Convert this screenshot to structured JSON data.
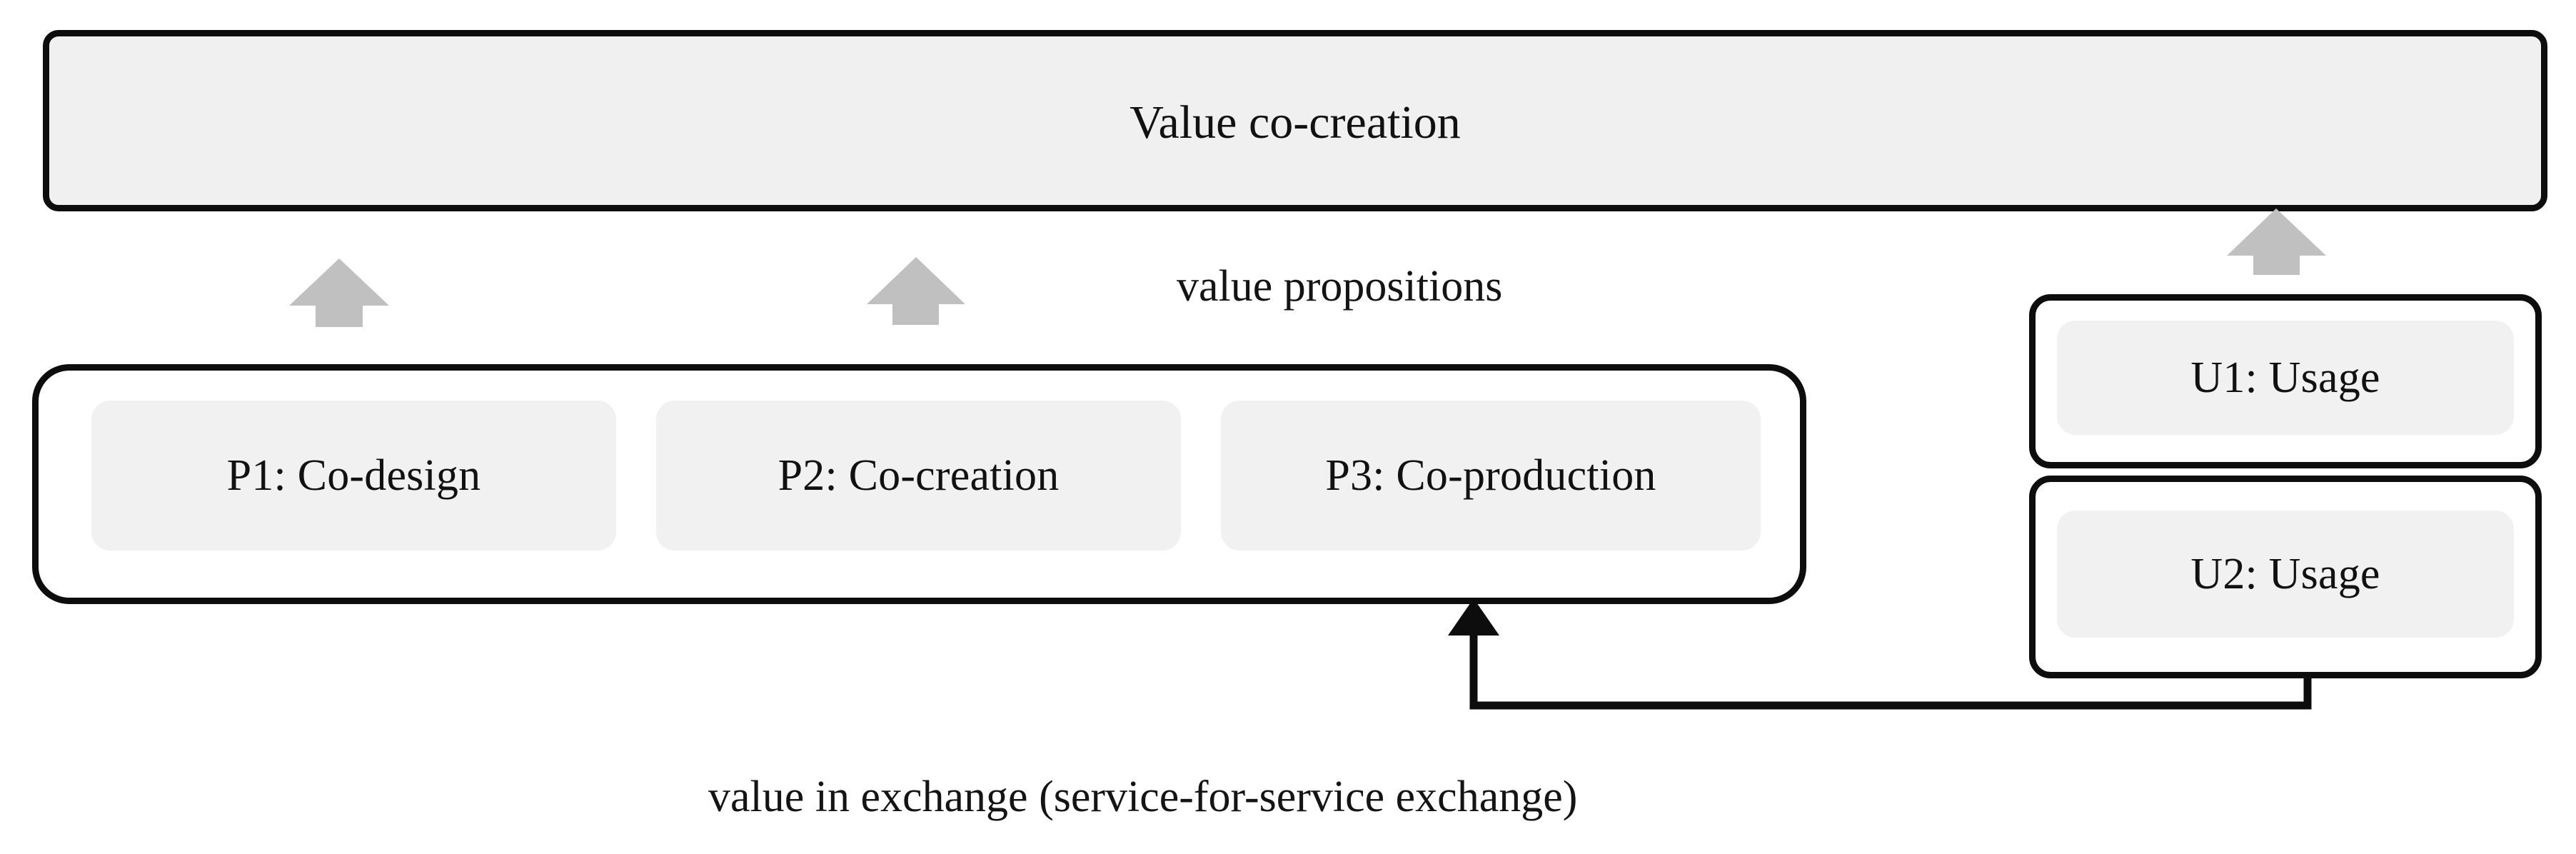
{
  "diagram": {
    "title_band": {
      "label": "Value co-creation"
    },
    "provider_group": {
      "items": [
        {
          "label": "P1: Co-design"
        },
        {
          "label": "P2: Co-creation"
        },
        {
          "label": "P3: Co-production"
        }
      ]
    },
    "user_group": {
      "items": [
        {
          "label": "U1: Usage"
        },
        {
          "label": "U2: Usage"
        }
      ]
    },
    "annotations": {
      "value_propositions": "value propositions",
      "value_in_exchange": "value in exchange (service-for-service exchange)"
    },
    "colors": {
      "border": "#0d0d0d",
      "band_fill": "#f0f0f0",
      "chip_fill": "#f1f1f1",
      "page_background": "#ffffff",
      "arrow_gray": "#c0c0c0",
      "connector_black": "#0d0d0d",
      "text": "#111111"
    },
    "arrows": {
      "value_proposition_arrows": 3,
      "value_exchange_connectors": 1
    }
  }
}
